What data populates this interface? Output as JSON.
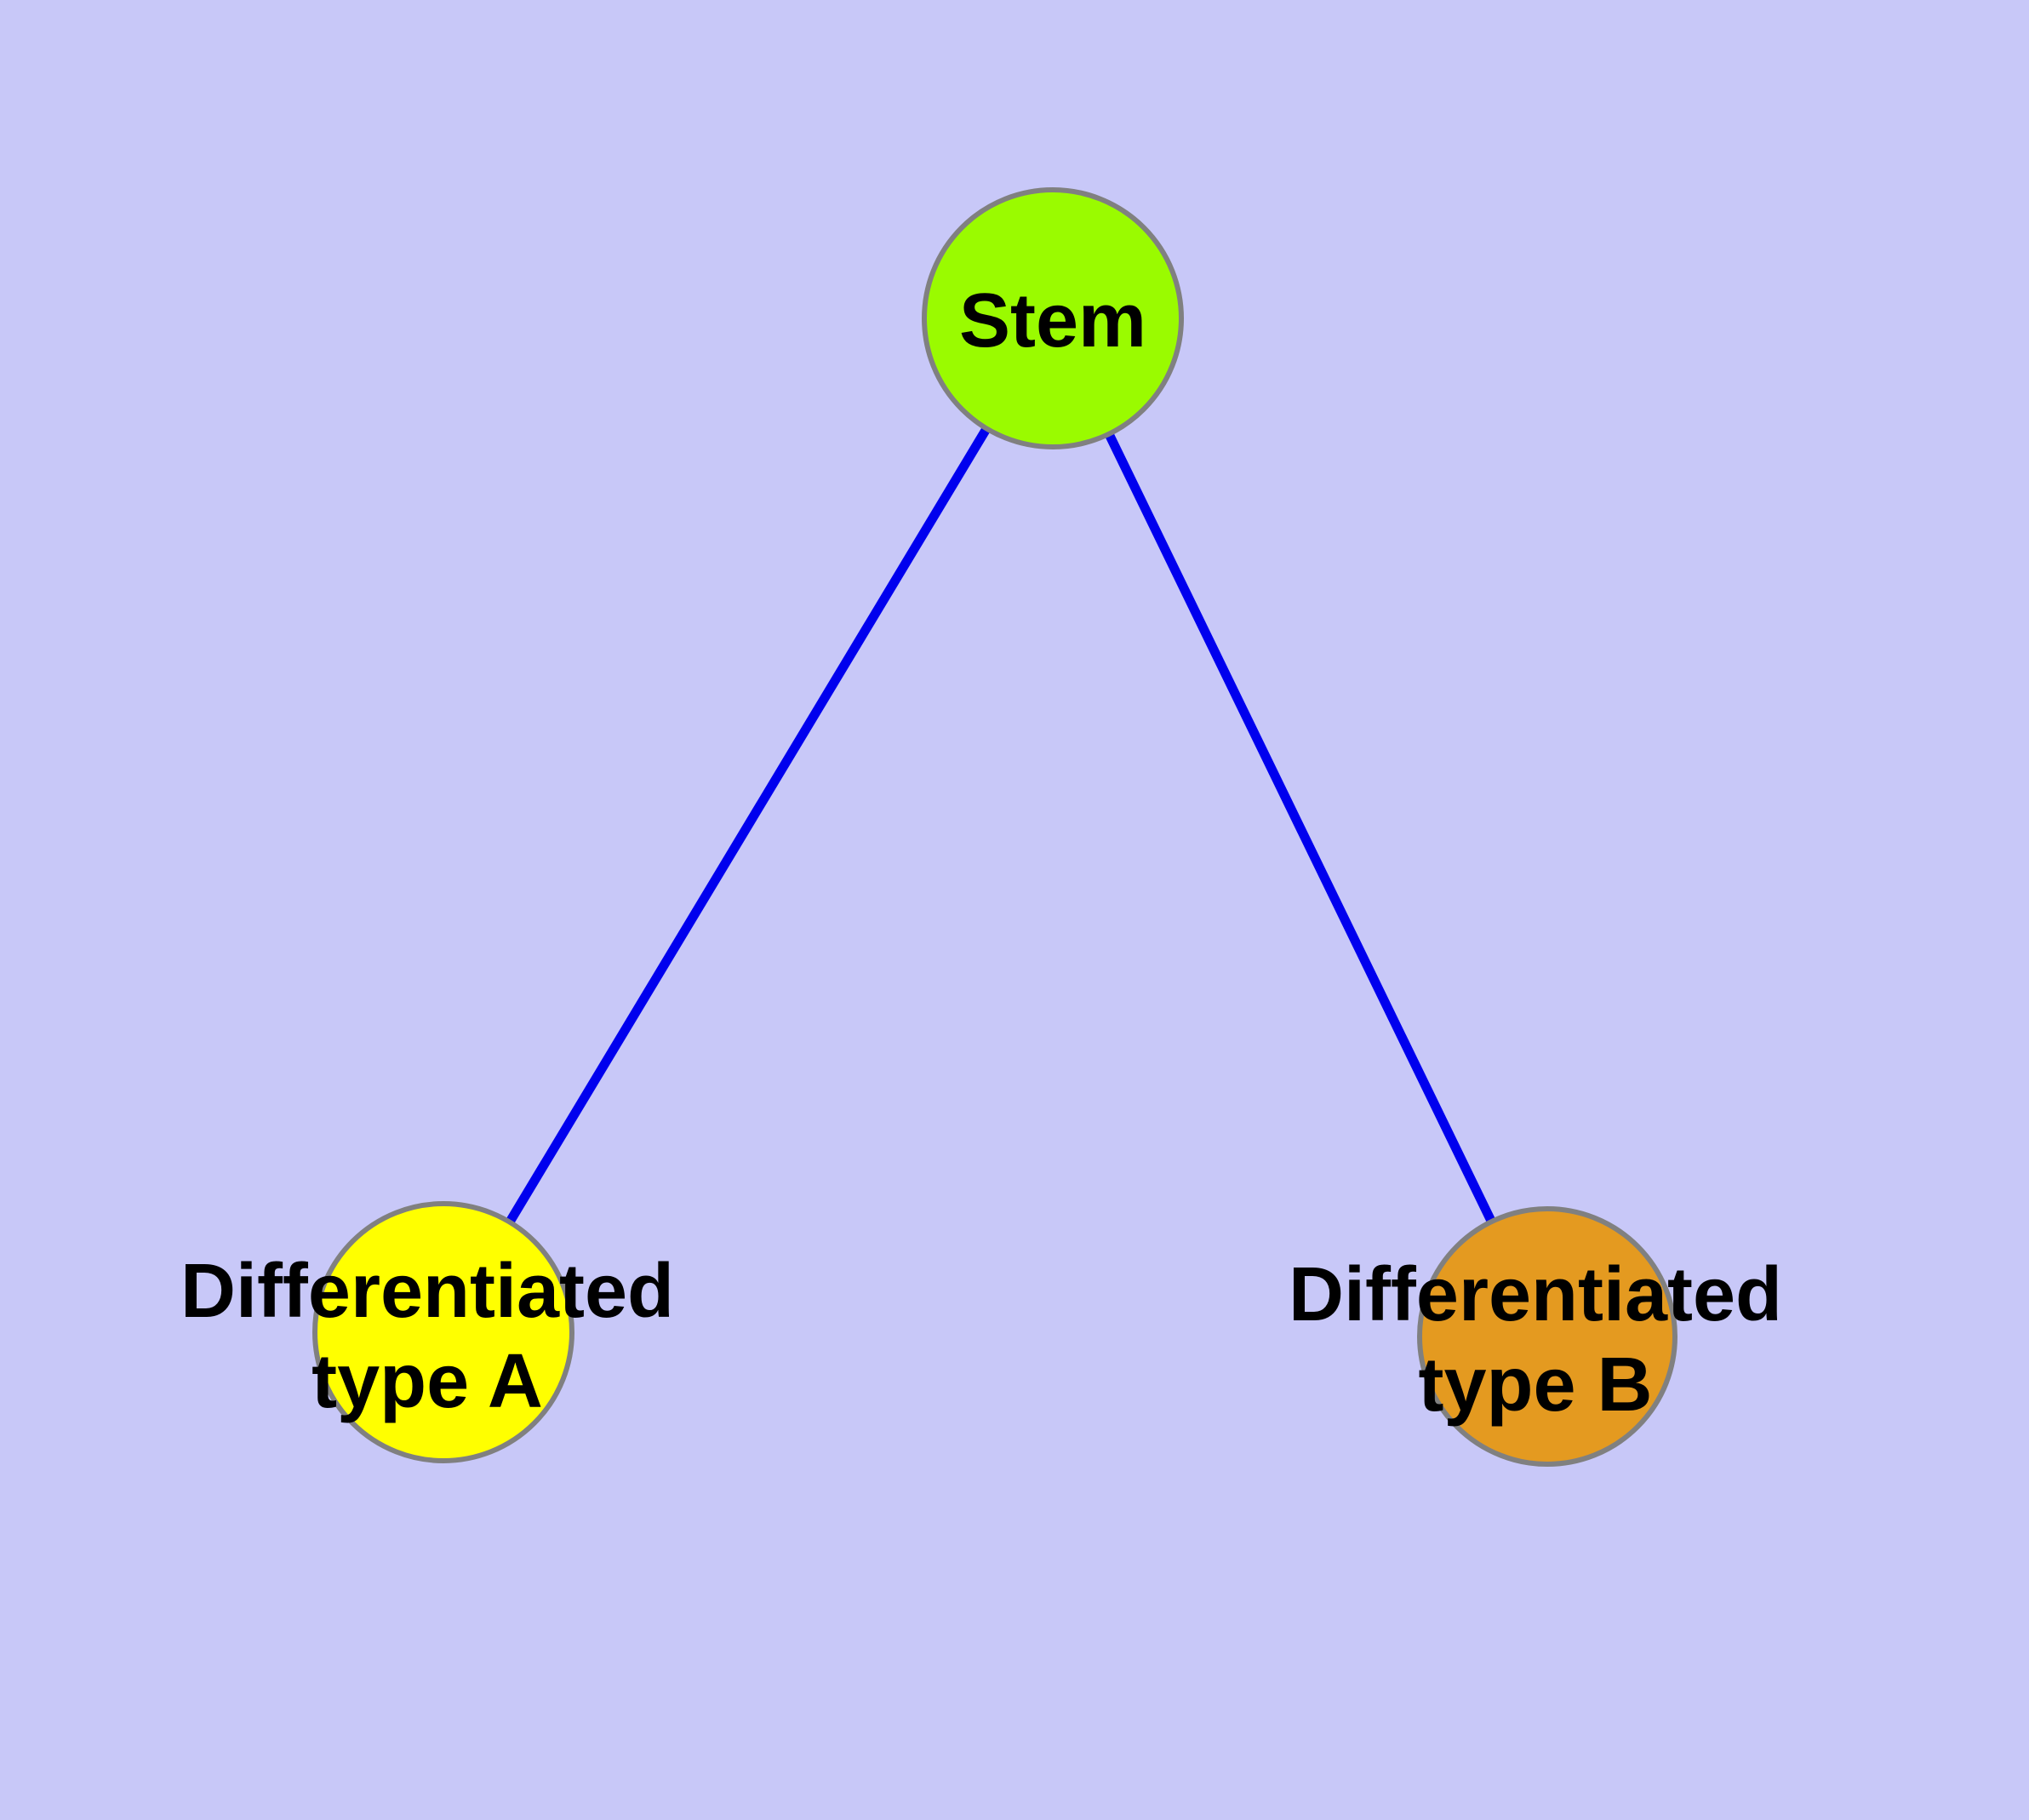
{
  "diagram": {
    "type": "node-link-graph",
    "colors": {
      "background": "#C8C8F8",
      "edge": "#0000EE",
      "node_border": "#808080",
      "label": "#000000"
    },
    "nodes": [
      {
        "id": "stem",
        "label": "Stem",
        "lines": [
          "Stem"
        ],
        "fill": "#9AFB00"
      },
      {
        "id": "differentiated-type-a",
        "label": "Differentiated type A",
        "lines": [
          "Differentiated",
          "type A"
        ],
        "fill": "#FFFF00"
      },
      {
        "id": "differentiated-type-b",
        "label": "Differentiated type B",
        "lines": [
          "Differentiated",
          "type B"
        ],
        "fill": "#E49A20"
      }
    ],
    "edges": [
      {
        "from": "Stem",
        "to": "Differentiated type A"
      },
      {
        "from": "Stem",
        "to": "Differentiated type B"
      }
    ]
  }
}
